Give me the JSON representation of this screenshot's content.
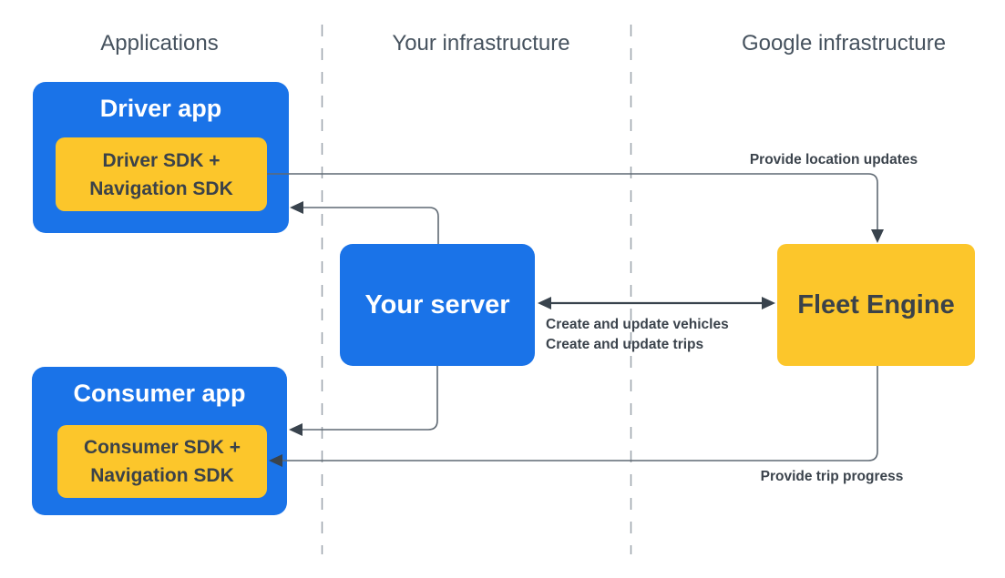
{
  "diagram": {
    "columns": [
      {
        "label": "Applications"
      },
      {
        "label": "Your infrastructure"
      },
      {
        "label": "Google infrastructure"
      }
    ],
    "nodes": {
      "driver_app": {
        "title": "Driver app",
        "sdk": {
          "line1": "Driver SDK +",
          "line2": "Navigation SDK"
        }
      },
      "consumer_app": {
        "title": "Consumer app",
        "sdk": {
          "line1": "Consumer SDK +",
          "line2": "Navigation SDK"
        }
      },
      "your_server": {
        "title": "Your server"
      },
      "fleet_engine": {
        "title": "Fleet Engine"
      }
    },
    "edges": {
      "location_updates": {
        "from": "Driver SDK + Navigation SDK",
        "to": "Fleet Engine",
        "label": "Provide location updates"
      },
      "server_to_driver": {
        "from": "Your server",
        "to": "Driver app"
      },
      "vehicles_and_trips": {
        "from": "Your server",
        "to": "Fleet Engine",
        "bidirectional": true,
        "label_line1": "Create and update vehicles",
        "label_line2": "Create and update trips"
      },
      "server_to_consumer": {
        "from": "Your server",
        "to": "Consumer app"
      },
      "trip_progress": {
        "from": "Fleet Engine",
        "to": "Consumer SDK + Navigation SDK",
        "label": "Provide trip progress"
      }
    },
    "colors": {
      "background": "#FFFFFF",
      "box_blue": "#1A73E8",
      "box_yellow": "#FCC62B",
      "text_on_blue": "#FFFFFF",
      "text_on_yellow": "#3B4249",
      "header_text": "#46525E",
      "edge_label_text": "#3B434C",
      "connector_line": "#5F6973",
      "arrowhead": "#39434D",
      "divider": "#9AA2AA"
    }
  }
}
